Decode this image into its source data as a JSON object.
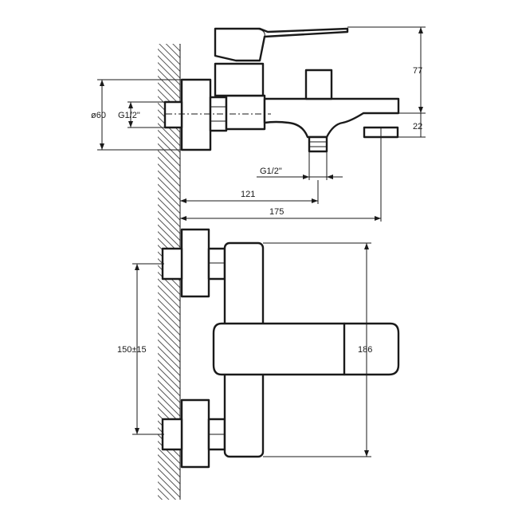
{
  "drawing": {
    "dimensions": {
      "spout_height": "77",
      "spout_offset": "22",
      "wall_flange_diameter": "ø60",
      "inlet_thread": "G1/2\"",
      "outlet_thread": "G1/2\"",
      "outlet_distance": "121",
      "spout_length": "175",
      "inlet_spacing": "150±15",
      "body_height": "186"
    },
    "colors": {
      "line": "#1a1a1a",
      "background": "#ffffff",
      "wall_hatch": "#555555"
    }
  }
}
